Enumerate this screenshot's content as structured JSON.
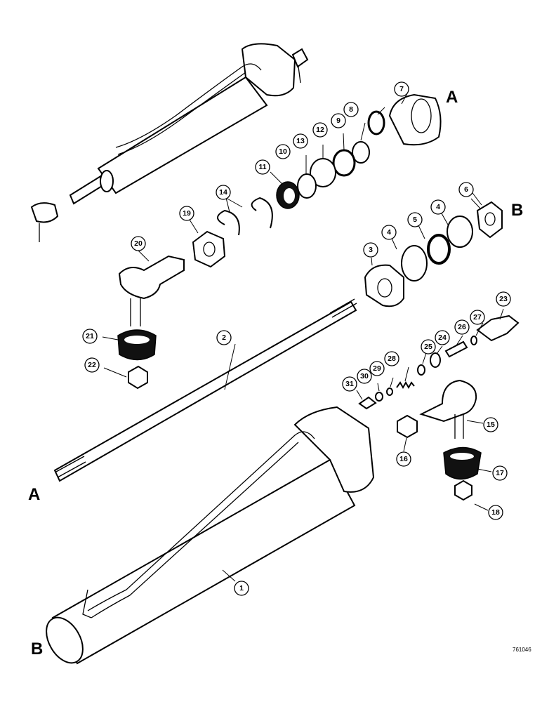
{
  "reference_letters": {
    "a_upper": "A",
    "b_upper": "B",
    "a_lower": "A",
    "b_lower": "B"
  },
  "drawing_code": "761046",
  "callouts": [
    {
      "id": "1",
      "label": "1"
    },
    {
      "id": "2",
      "label": "2"
    },
    {
      "id": "3",
      "label": "3"
    },
    {
      "id": "4a",
      "label": "4"
    },
    {
      "id": "4b",
      "label": "4"
    },
    {
      "id": "5",
      "label": "5"
    },
    {
      "id": "6",
      "label": "6"
    },
    {
      "id": "7",
      "label": "7"
    },
    {
      "id": "8",
      "label": "8"
    },
    {
      "id": "9",
      "label": "9"
    },
    {
      "id": "10",
      "label": "10"
    },
    {
      "id": "11",
      "label": "11"
    },
    {
      "id": "12",
      "label": "12"
    },
    {
      "id": "13",
      "label": "13"
    },
    {
      "id": "14",
      "label": "14"
    },
    {
      "id": "15",
      "label": "15"
    },
    {
      "id": "16",
      "label": "16"
    },
    {
      "id": "17",
      "label": "17"
    },
    {
      "id": "18",
      "label": "18"
    },
    {
      "id": "19",
      "label": "19"
    },
    {
      "id": "20",
      "label": "20"
    },
    {
      "id": "21",
      "label": "21"
    },
    {
      "id": "22",
      "label": "22"
    },
    {
      "id": "23",
      "label": "23"
    },
    {
      "id": "24",
      "label": "24"
    },
    {
      "id": "25",
      "label": "25"
    },
    {
      "id": "26",
      "label": "26"
    },
    {
      "id": "27",
      "label": "27"
    },
    {
      "id": "28",
      "label": "28"
    },
    {
      "id": "29",
      "label": "29"
    },
    {
      "id": "30",
      "label": "30"
    },
    {
      "id": "31",
      "label": "31"
    }
  ]
}
